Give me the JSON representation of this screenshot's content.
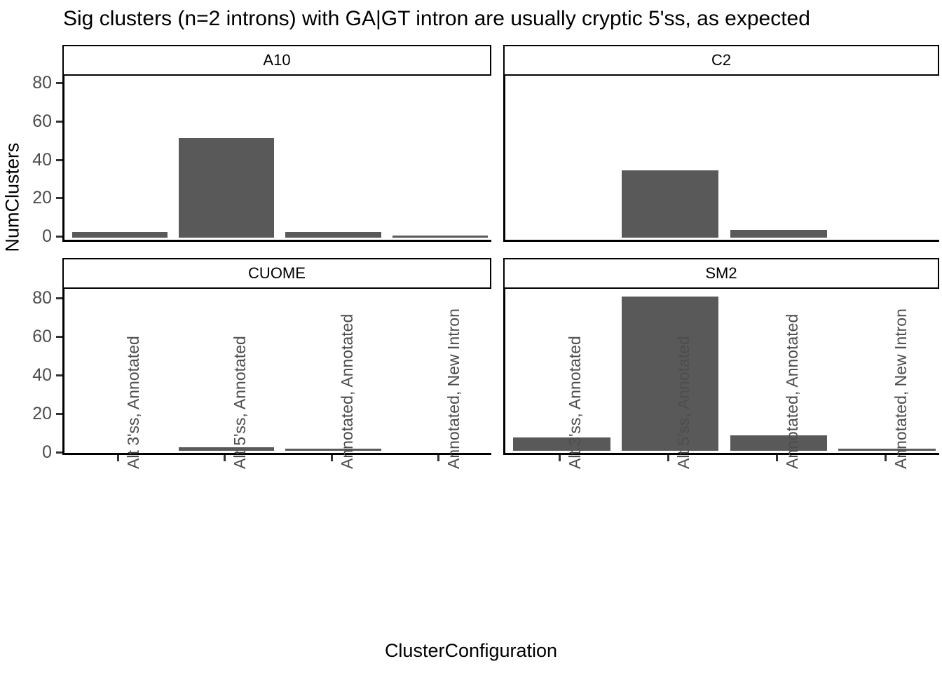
{
  "chart_data": {
    "type": "bar",
    "title": "Sig clusters (n=2 introns) with GA|GT intron are usually cryptic 5'ss, as expected",
    "xlabel": "ClusterConfiguration",
    "ylabel": "NumClusters",
    "categories": [
      "Alt 3'ss, Annotated",
      "Alt 5'ss, Annotated",
      "Annotated, Annotated",
      "Annotated, New Intron"
    ],
    "ylim": [
      0,
      88
    ],
    "yticks": [
      0,
      20,
      40,
      60,
      80
    ],
    "ytick_labels": [
      "0",
      "20",
      "40",
      "60",
      "80"
    ],
    "grid": false,
    "legend": "none",
    "facet_layout": "2x2",
    "bar_color": "#595959",
    "panels": [
      {
        "label": "A10",
        "values": [
          3,
          52,
          3,
          1
        ]
      },
      {
        "label": "C2",
        "values": [
          0,
          35,
          4,
          0
        ]
      },
      {
        "label": "CUOME",
        "values": [
          0,
          2,
          1,
          0
        ]
      },
      {
        "label": "SM2",
        "values": [
          7,
          80,
          8,
          1
        ]
      }
    ]
  }
}
